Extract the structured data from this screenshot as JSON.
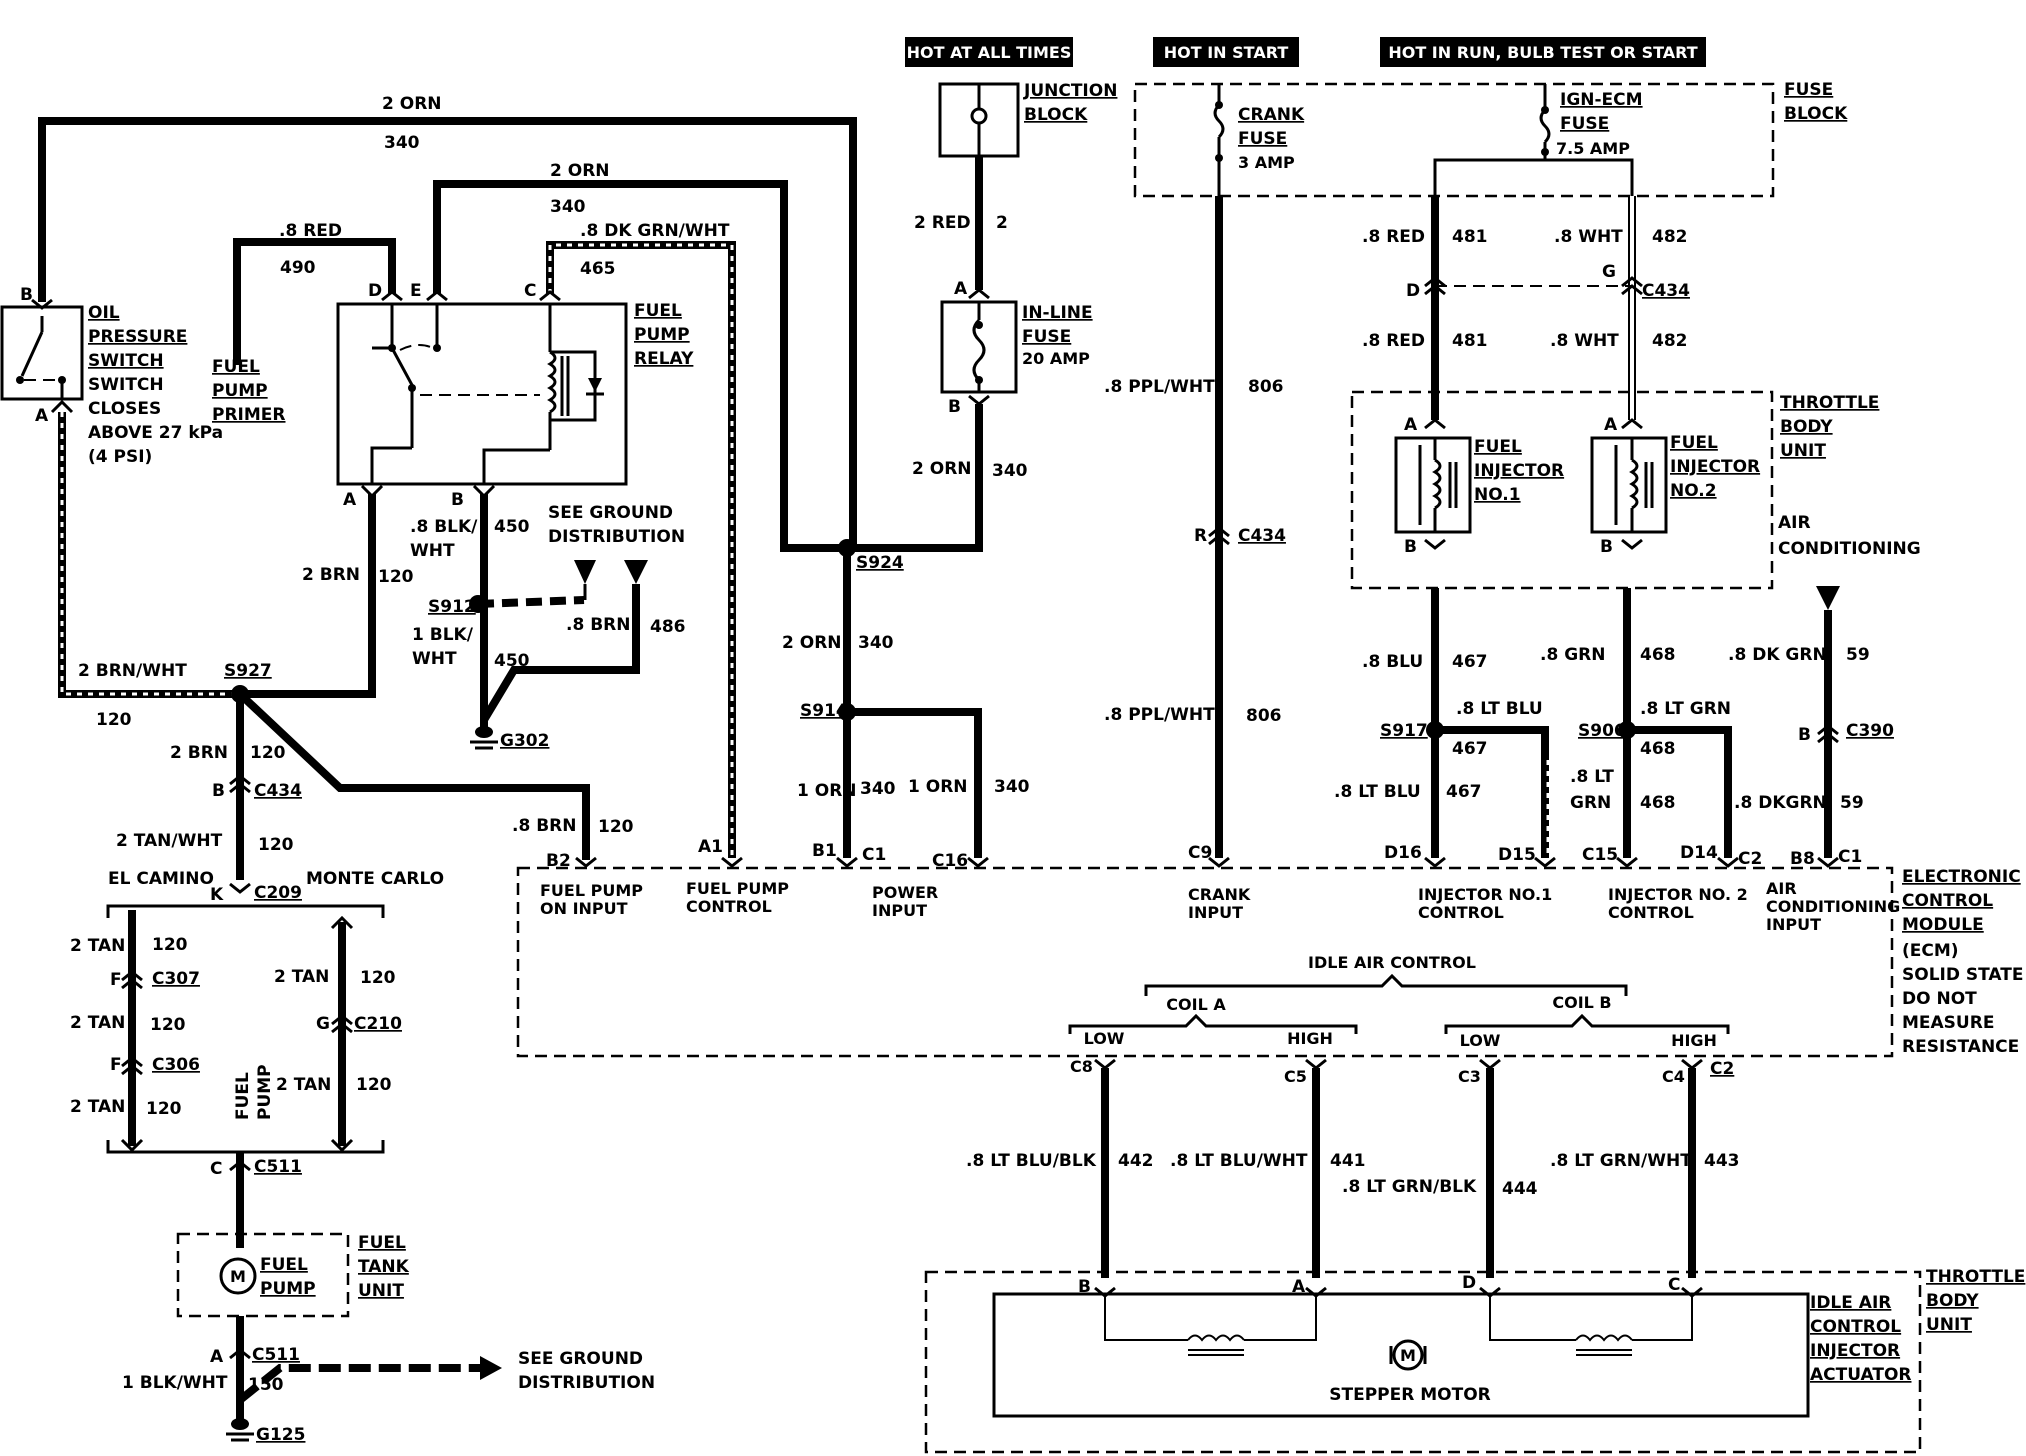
{
  "headers": {
    "hot_at_all_times": "HOT AT ALL TIMES",
    "hot_in_start": "HOT IN START",
    "hot_in_run": "HOT IN RUN, BULB TEST OR START"
  },
  "components": {
    "junction_block": [
      "JUNCTION",
      "BLOCK"
    ],
    "fuse_block": [
      "FUSE",
      "BLOCK"
    ],
    "crank_fuse": [
      "CRANK",
      "FUSE",
      "3 AMP"
    ],
    "ign_ecm_fuse": [
      "IGN-ECM",
      "FUSE",
      "7.5 AMP"
    ],
    "inline_fuse": [
      "IN-LINE",
      "FUSE",
      "20 AMP"
    ],
    "oil_pressure_switch": [
      "OIL",
      "PRESSURE",
      "SWITCH",
      "SWITCH",
      "CLOSES",
      "ABOVE 27 kPa",
      "(4 PSI)"
    ],
    "fuel_pump_primer": [
      "FUEL",
      "PUMP",
      "PRIMER"
    ],
    "fuel_pump_relay": [
      "FUEL",
      "PUMP",
      "RELAY"
    ],
    "see_ground_distribution": [
      "SEE GROUND",
      "DISTRIBUTION"
    ],
    "see_ground_distribution_2": [
      "SEE GROUND",
      "DISTRIBUTION"
    ],
    "throttle_body_unit": [
      "THROTTLE",
      "BODY",
      "UNIT"
    ],
    "air_conditioning": [
      "AIR",
      "CONDITIONING"
    ],
    "fuel_injector_1": [
      "FUEL",
      "INJECTOR",
      "NO.1"
    ],
    "fuel_injector_2": [
      "FUEL",
      "INJECTOR",
      "NO.2"
    ],
    "ecm": [
      "ELECTRONIC",
      "CONTROL",
      "MODULE",
      "(ECM)",
      "SOLID STATE",
      "DO NOT",
      "MEASURE",
      "RESISTANCE"
    ],
    "fuel_tank_unit": [
      "FUEL",
      "TANK",
      "UNIT"
    ],
    "fuel_pump_motor": [
      "FUEL",
      "PUMP"
    ],
    "fuel_pump_side": [
      "FUEL",
      "PUMP"
    ],
    "throttle_body_unit_2": [
      "THROTTLE",
      "BODY",
      "UNIT"
    ],
    "iac": [
      "IDLE AIR",
      "CONTROL",
      "INJECTOR",
      "ACTUATOR"
    ],
    "stepper_motor": "STEPPER MOTOR",
    "idle_air_control": "IDLE AIR CONTROL",
    "coil_a": "COIL A",
    "coil_b": "COIL B",
    "motor_m": "M",
    "el_camino": "EL CAMINO",
    "monte_carlo": "MONTE CARLO"
  },
  "ecm_inputs": {
    "fuel_pump_on": [
      "FUEL PUMP",
      "ON INPUT"
    ],
    "fuel_pump_control": [
      "FUEL PUMP",
      "CONTROL"
    ],
    "power": [
      "POWER",
      "INPUT"
    ],
    "crank": [
      "CRANK",
      "INPUT"
    ],
    "inj1": [
      "INJECTOR NO.1",
      "CONTROL"
    ],
    "inj2": [
      "INJECTOR NO. 2",
      "CONTROL"
    ],
    "ac": [
      "AIR",
      "CONDITIONING",
      "INPUT"
    ],
    "low_a": "LOW",
    "high_a": "HIGH",
    "low_b": "LOW",
    "high_b": "HIGH"
  },
  "wires": {
    "w1": "2 ORN",
    "w1n": "340",
    "w2": "2 ORN",
    "w2n": "340",
    "w3": ".8 RED",
    "w3n": "490",
    "w4": ".8 DK GRN/WHT",
    "w4n": "465",
    "w5": "2 RED",
    "w5n": "2",
    "w6": "2 ORN",
    "w6n": "340",
    "w7": "2 BRN",
    "w7n": "120",
    "w8": ".8 BLK/",
    "w8b": "WHT",
    "w8n": "450",
    "w9": "1 BLK/",
    "w9b": "WHT",
    "w9n": "450",
    "w10": ".8 BRN",
    "w10n": "486",
    "w11": "2 BRN/WHT",
    "w11n": "120",
    "w12": "2 BRN",
    "w12n": "120",
    "w13": "2 TAN/WHT",
    "w13n": "120",
    "w14": ".8 BRN",
    "w14n": "120",
    "w15": "2 ORN",
    "w15n": "340",
    "w16": "1 ORN",
    "w16n": "340",
    "w17": "1 ORN",
    "w17n": "340",
    "w18": ".8 PPL/WHT",
    "w18n": "806",
    "w19": ".8 PPL/WHT",
    "w19n": "806",
    "w20": ".8 RED",
    "w20n": "481",
    "w21": ".8 WHT",
    "w21n": "482",
    "w22": ".8 RED",
    "w22n": "481",
    "w23": ".8 WHT",
    "w23n": "482",
    "w24": ".8 BLU",
    "w24n": "467",
    "w25": ".8 LT BLU",
    "w25n": "467",
    "w26": ".8 LT BLU",
    "w26n": "467",
    "w27": ".8 GRN",
    "w27n": "468",
    "w28": ".8 LT GRN",
    "w28n": "468",
    "w29": ".8 LT",
    "w29b": "GRN",
    "w29n": "468",
    "w30": ".8 DK GRN",
    "w30n": "59",
    "w31": ".8 DKGRN",
    "w31n": "59",
    "w32": "2 TAN",
    "w32n": "120",
    "w33": "2 TAN",
    "w33n": "120",
    "w34": "2 TAN",
    "w34n": "120",
    "w35": "2 TAN",
    "w35n": "120",
    "w36": "2 TAN",
    "w36n": "120",
    "w37": "1 BLK/WHT",
    "w37n": "150",
    "w38": ".8 LT BLU/BLK",
    "w38n": "442",
    "w39": ".8 LT BLU/WHT",
    "w39n": "441",
    "w40": ".8 LT GRN/BLK",
    "w40n": "444",
    "w41": ".8 LT GRN/WHT",
    "w41n": "443"
  },
  "connectors": {
    "B_ops": "B",
    "A_ops": "A",
    "D_rel": "D",
    "E_rel": "E",
    "C_rel": "C",
    "A_rel": "A",
    "B_rel": "B",
    "A_ifuse": "A",
    "B_ifuse": "B",
    "s924": "S924",
    "s914": "S914",
    "s912": "S912",
    "s927": "S927",
    "s917": "S917",
    "s906": "S906",
    "g302": "G302",
    "g125": "G125",
    "c434_b": "B",
    "c434_b_id": "C434",
    "c209_k": "K",
    "c209_id": "C209",
    "c307_f": "F",
    "c307_id": "C307",
    "c306_f": "F",
    "c306_id": "C306",
    "c210_g": "G",
    "c210_id": "C210",
    "c511_c": "C",
    "c511_id": "C511",
    "c511_a": "A",
    "c511_id2": "C511",
    "c434_r": "R",
    "c434_r_id": "C434",
    "c434_d": "D",
    "c434_g": "G",
    "c434_top_id": "C434",
    "inj1_a": "A",
    "inj1_b": "B",
    "inj2_a": "A",
    "inj2_b": "B",
    "c390_b": "B",
    "c390_id": "C390",
    "ecm_b2": "B2",
    "ecm_a1": "A1",
    "ecm_b1": "B1",
    "ecm_c1": "C1",
    "ecm_c16": "C16",
    "ecm_c9": "C9",
    "ecm_d16": "D16",
    "ecm_d15": "D15",
    "ecm_c15": "C15",
    "ecm_d14": "D14",
    "ecm_c2": "C2",
    "ecm_b8": "B8",
    "ecm_c1b": "C1",
    "ecm_c8": "C8",
    "ecm_c5": "C5",
    "ecm_c3": "C3",
    "ecm_c4": "C4",
    "ecm_c2b": "C2",
    "iac_b": "B",
    "iac_a": "A",
    "iac_d": "D",
    "iac_c": "C"
  }
}
